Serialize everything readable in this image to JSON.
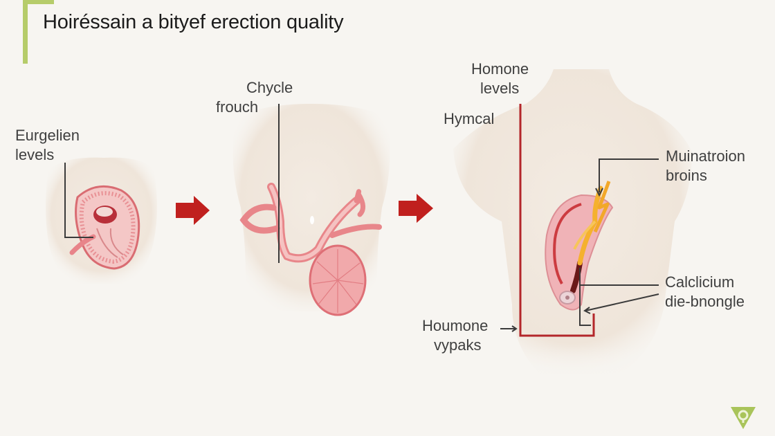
{
  "title": "Hoiréssain a bityef erection quality",
  "colors": {
    "background": "#f7f5f1",
    "accent_bracket": "#b6cc6a",
    "arrow": "#c0201e",
    "organ_pink": "#e8848a",
    "organ_dark": "#9e2b2b",
    "nerve_yellow": "#f2b233",
    "body_skin": "#efe6dc",
    "leader_line": "#3a3a3a",
    "hormone_line": "#b3262a"
  },
  "panels": [
    {
      "id": "panel-1",
      "labels": [
        {
          "line1": "Eurgelien",
          "line2": "levels"
        }
      ]
    },
    {
      "id": "panel-2",
      "labels": [
        {
          "line1": "Chycle",
          "line2": "frouch"
        }
      ]
    },
    {
      "id": "panel-3",
      "labels": [
        {
          "line1": "Homone",
          "line2": "levels"
        },
        {
          "line1": "Hymcal"
        },
        {
          "line1": "Muinatroion",
          "line2": "broins"
        },
        {
          "line1": "Calclicium",
          "line2": "die-bnongle"
        },
        {
          "line1": "Houmone",
          "line2": "vypaks"
        }
      ]
    }
  ],
  "flow_arrows": [
    "arrow-right",
    "arrow-right"
  ],
  "logo": {
    "icon": "green-triangle-logo-icon"
  }
}
